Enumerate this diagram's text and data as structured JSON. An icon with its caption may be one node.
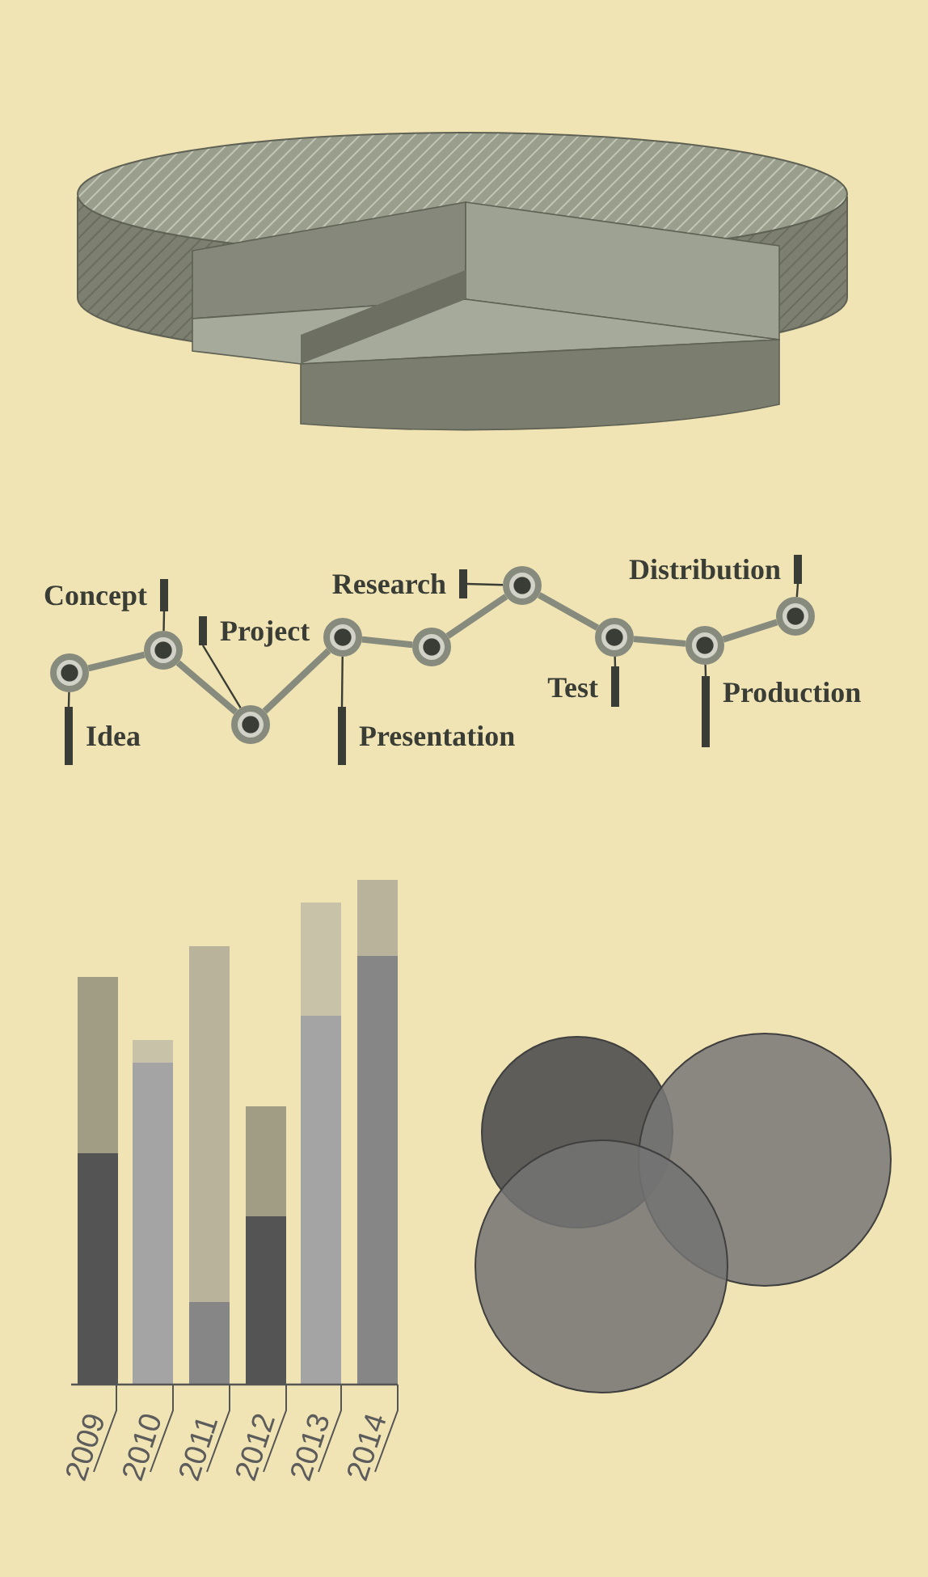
{
  "diagram": {
    "nodes": [
      {
        "text": [],
        "shape": "circle"
      },
      {
        "text": [],
        "shape": "circle"
      },
      {
        "text": [],
        "shape": "circle"
      },
      {
        "text": [],
        "shape": "circle"
      },
      {
        "text": [],
        "shape": "circle"
      },
      {
        "text": [],
        "shape": "circle"
      },
      {
        "text": [],
        "shape": "circle"
      },
      {
        "text": [],
        "shape": "circle"
      },
      {
        "text": [],
        "shape": "circle"
      },
      {
        "text": [
          "Idea"
        ]
      },
      {
        "text": [
          "Concept"
        ]
      },
      {
        "text": [
          "Project"
        ]
      },
      {
        "text": [
          "Presentation"
        ]
      },
      {
        "text": [
          "Research"
        ]
      },
      {
        "text": [
          "Test"
        ]
      },
      {
        "text": [
          "Production"
        ]
      },
      {
        "text": [
          "Distribution"
        ]
      }
    ],
    "edges": [
      {
        "from": 0,
        "to": 1,
        "arrow": "none",
        "style": "thick"
      },
      {
        "from": 1,
        "to": 2,
        "arrow": "none",
        "style": "thick"
      },
      {
        "from": 2,
        "to": 3,
        "arrow": "none",
        "style": "thick"
      },
      {
        "from": 3,
        "to": 4,
        "arrow": "none",
        "style": "thick"
      },
      {
        "from": 4,
        "to": 5,
        "arrow": "none",
        "style": "thick"
      },
      {
        "from": 5,
        "to": 6,
        "arrow": "none",
        "style": "thick"
      },
      {
        "from": 6,
        "to": 7,
        "arrow": "none",
        "style": "thick"
      },
      {
        "from": 7,
        "to": 8,
        "arrow": "none",
        "style": "thick"
      },
      {
        "from": 9,
        "to": 0,
        "arrow": "none",
        "color": "#3a3d35"
      },
      {
        "from": 10,
        "to": 1,
        "arrow": "none",
        "color": "#3a3d35"
      },
      {
        "from": 11,
        "to": 2,
        "arrow": "none",
        "color": "#3a3d35"
      },
      {
        "from": 12,
        "to": 3,
        "arrow": "none",
        "color": "#3a3d35"
      },
      {
        "from": 13,
        "to": 5,
        "arrow": "none",
        "color": "#3a3d35"
      },
      {
        "from": 14,
        "to": 6,
        "arrow": "none",
        "color": "#3a3d35"
      },
      {
        "from": 15,
        "to": 7,
        "arrow": "none",
        "color": "#3a3d35"
      },
      {
        "from": 16,
        "to": 8,
        "arrow": "none",
        "color": "#3a3d35"
      }
    ],
    "labels": [
      "2009",
      "2010",
      "2011",
      "2012",
      "2013",
      "2014"
    ]
  }
}
